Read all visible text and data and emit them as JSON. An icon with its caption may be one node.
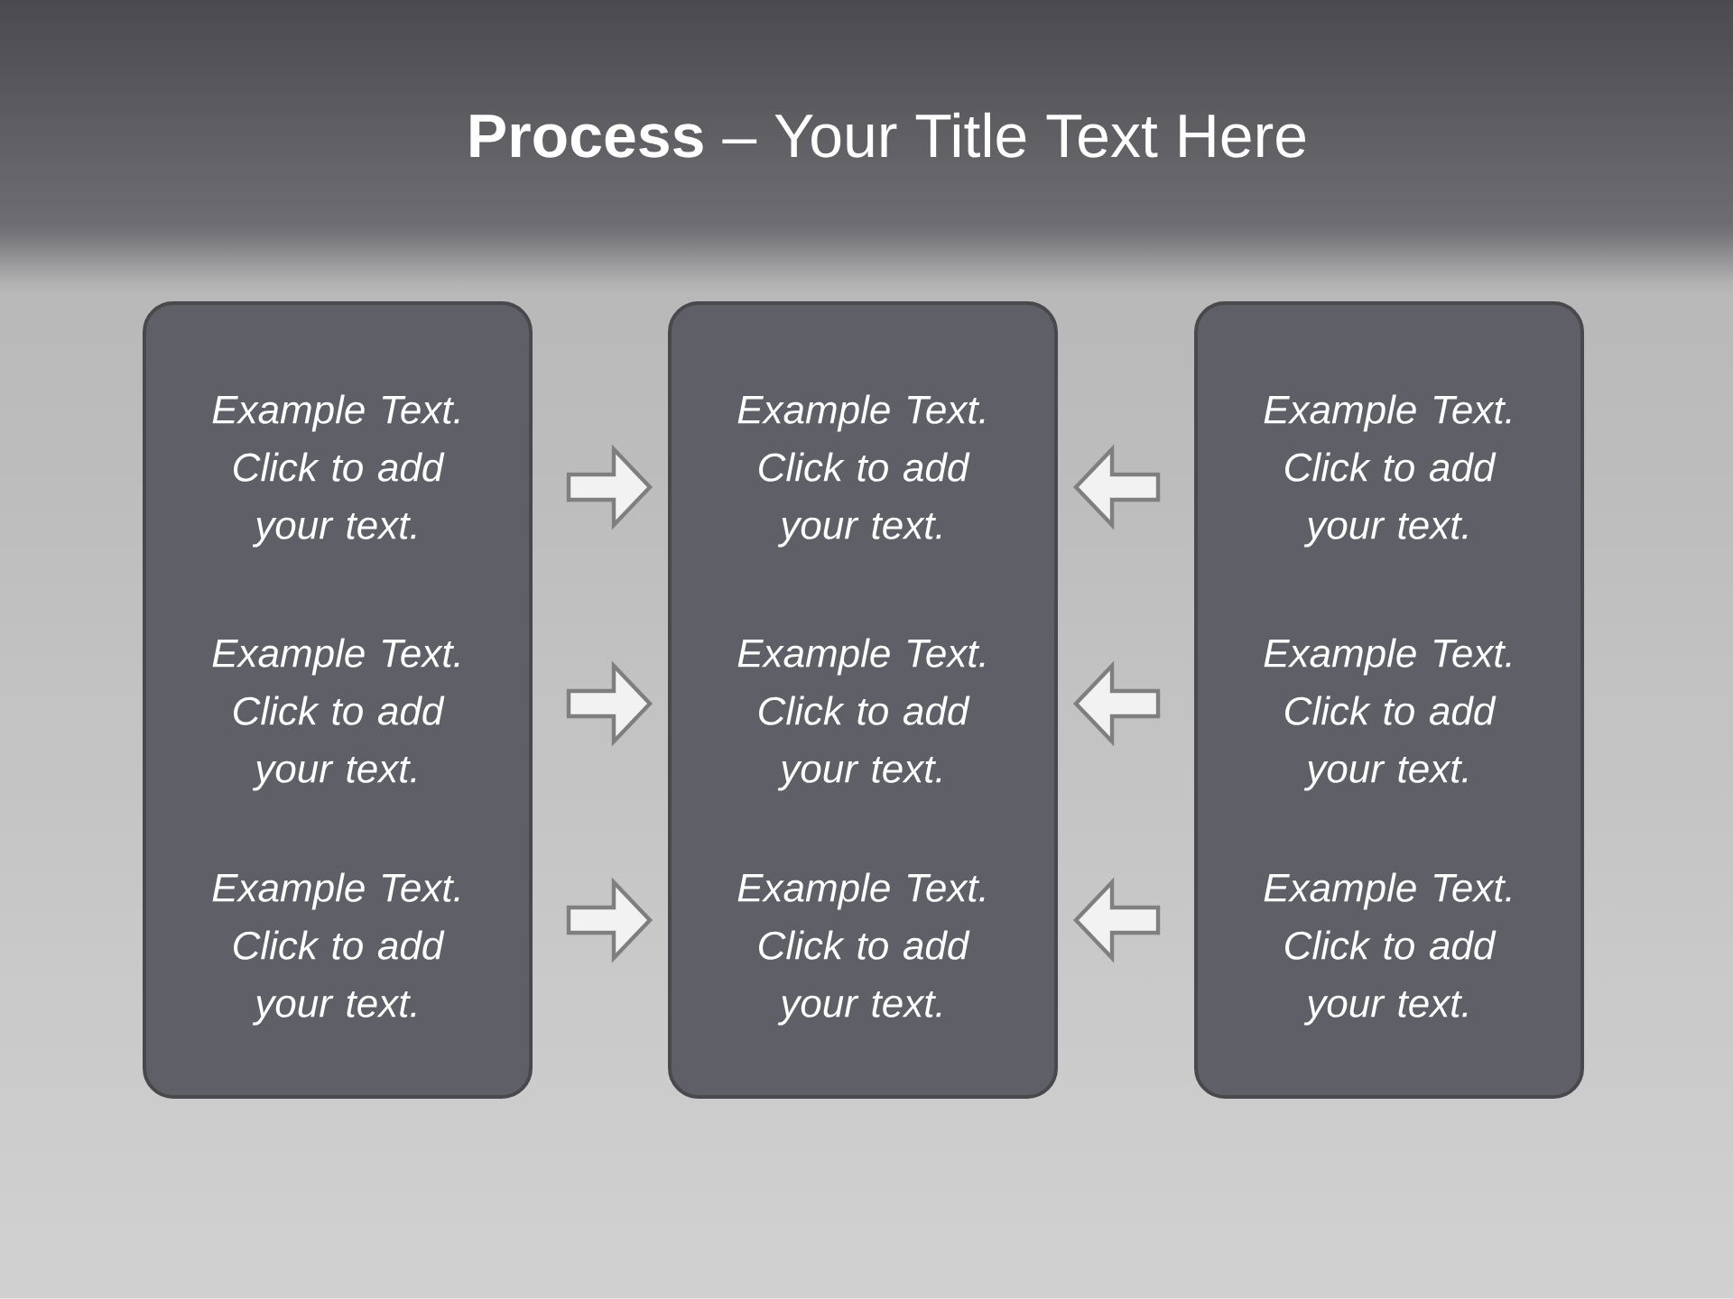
{
  "diagram": {
    "title": "**Process** – Your Title Text Here",
    "nodes": [
      {
        "text": [
          "Example Text. Click to add your text.",
          "Example Text. Click to add your text.",
          "Example Text. Click to add your text."
        ]
      },
      {
        "text": [
          "Example Text. Click to add your text.",
          "Example Text. Click to add your text.",
          "Example Text. Click to add your text."
        ]
      },
      {
        "text": [
          "Example Text. Click to add your text.",
          "Example Text. Click to add your text.",
          "Example Text. Click to add your text."
        ]
      }
    ],
    "edges": [
      {
        "from": 0,
        "to": 1,
        "arrow": "to"
      },
      {
        "from": 2,
        "to": 1,
        "arrow": "to"
      },
      {
        "from": 0,
        "to": 1,
        "arrow": "to"
      },
      {
        "from": 2,
        "to": 1,
        "arrow": "to"
      },
      {
        "from": 0,
        "to": 1,
        "arrow": "to"
      },
      {
        "from": 2,
        "to": 1,
        "arrow": "to"
      }
    ]
  }
}
